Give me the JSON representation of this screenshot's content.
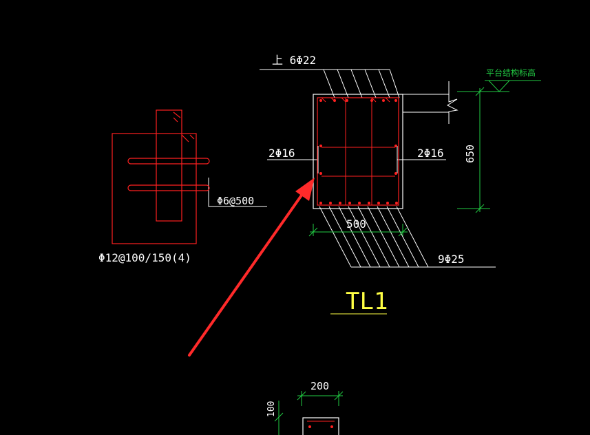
{
  "labels": {
    "top_bars": "上 6Φ22",
    "platform_elev": "平台结构标高",
    "side_left": "2Φ16",
    "side_right": "2Φ16",
    "height_dim": "650",
    "width_dim": "500",
    "bottom_bars": "9Φ25",
    "beam_name": "TL1",
    "stirrup": "Φ12@100/150(4)",
    "tie_bar": "Φ6@500",
    "small_width_dim": "200",
    "small_height_dim": "100"
  },
  "colors": {
    "background": "#000000",
    "outline": "#ffffff",
    "rebar": "#ff2020",
    "dimension": "#22cc44",
    "title": "#ffff44",
    "arrow": "#ff2a2a"
  }
}
